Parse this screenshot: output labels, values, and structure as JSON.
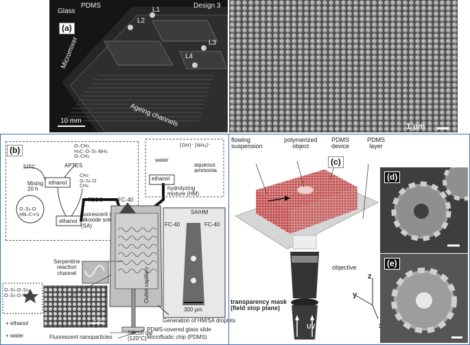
{
  "panel_a": {
    "tag": "(a)",
    "labels": {
      "glass": "Glass",
      "pdms": "PDMS",
      "design": "Design 3",
      "l1": "L1",
      "l2": "L2",
      "l3": "L3",
      "l4": "L4",
      "micromixer": "Micromixer",
      "ageing": "Ageing channels",
      "scale_left": "10 mm",
      "scale_right": "1 µm"
    }
  },
  "panel_b": {
    "tag": "(b)",
    "labels": {
      "fitc": "FITC",
      "aptes": "APTES",
      "mixing": "Mixing\n20 h",
      "ethanol1": "ethanol",
      "teos": "TEOS",
      "ethanol2": "ethanol",
      "solution": "fluorescent silicon\nalkoxide solution\n(SA)",
      "water": "water",
      "aq_ammonia": "aqueous\nammonia",
      "ethanol3": "ethanol",
      "hm": "hydrolyzing\nmixture (HM)",
      "fc40_top": "FC-40",
      "sahm": "SA/HM",
      "fc40_l": "FC-40",
      "fc40_r": "FC-40",
      "scale_300": "300 µm",
      "generation": "Generation of HM/SA droplets",
      "serpentine": "Serpentine\nreaction\nchannel",
      "outlet": "Outlet capillary",
      "plus_ethanol": "+ ethanol",
      "plus_water": "+ water",
      "scale_1um": "1 µm",
      "nanoparticles": "Fluorescent nanoparticles",
      "silicon_die": "Silicon die\n(120°C)",
      "glass_slide": "PDMS-covered glass slide",
      "chip": "Microfluidic chip (PDMS)"
    }
  },
  "panel_c": {
    "tag": "(c)",
    "labels": {
      "flowing": "flowing\nsuspension",
      "polymerized": "polymerized\nobject",
      "pdms_device": "PDMS\ndevice",
      "pdms_layer": "PDMS\nlayer",
      "objective": "objective",
      "mask": "transparency mask\n(field stop plane)",
      "uv": "UV",
      "axis_z": "z",
      "axis_y": "y",
      "axis_x": "x"
    }
  },
  "panel_d": {
    "tag": "(d)"
  },
  "panel_e": {
    "tag": "(e)"
  },
  "colors": {
    "sem_bg": "#6a6a6a",
    "photo_bg": "#141414",
    "red_particles": "#c84848",
    "chip_grey": "#bdbdbd",
    "border_blue": "#3b6fb0"
  }
}
